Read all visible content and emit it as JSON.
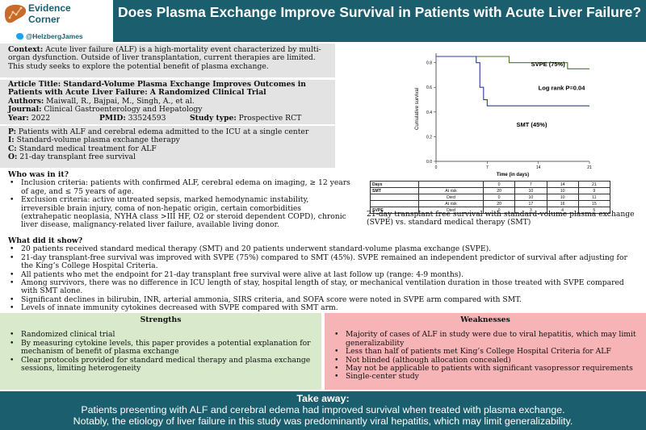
{
  "header": {
    "brand_line1": "Evidence",
    "brand_line2": "Corner",
    "handle": "@HelzbergJames",
    "title": "Does Plasma Exchange Improve Survival in Patients with Acute Liver Failure?",
    "color": "#1b5f6e"
  },
  "context": {
    "label": "Context:",
    "text": " Acute liver failure (ALF) is a high-mortality event characterized by multi-organ dysfunction. Outside of liver transplantation, current therapies are limited. This study seeks to explore the potential benefit of plasma exchange."
  },
  "article": {
    "title_label": "Article Title:",
    "title": " Standard-Volume Plasma Exchange Improves Outcomes in Patients with Acute Liver Failure: A Randomized Clinical Trial",
    "authors_label": "Authors:",
    "authors": " Maiwall, R., Bajpai, M., Singh, A., et al.",
    "journal_label": "Journal:",
    "journal": " Clinical Gastroenterology and Hepatology",
    "year_label": "Year:",
    "year": " 2022",
    "pmid_label": "PMID:",
    "pmid": " 33524593",
    "type_label": "Study type:",
    "type": " Prospective RCT"
  },
  "pico": {
    "p_label": "P:",
    "p": " Patients with ALF and cerebral edema admitted to the ICU at a single center",
    "i_label": "I:",
    "i": " Standard-volume plasma exchange therapy",
    "c_label": "C:",
    "c": " Standard medical treatment for ALF",
    "o_label": "O:",
    "o": " 21-day transplant free survival"
  },
  "who": {
    "title": "Who was in it?",
    "items": [
      "Inclusion criteria: patients with confirmed ALF, cerebral edema on imaging, ≥ 12 years of age, and ≤ 75 years of age.",
      "Exclusion criteria: active untreated sepsis, marked hemodynamic instability, irreversible brain injury, coma of non-hepatic origin, certain comorbidities (extrahepatic neoplasia, NYHA class >III HF, O2 or steroid dependent COPD), chronic liver disease, malignancy-related liver failure, available living donor."
    ]
  },
  "results": {
    "title": "What did it show?",
    "items": [
      "20 patients received standard medical therapy (SMT) and 20 patients underwent standard-volume plasma exchange (SVPE).",
      "21-day transplant-free survival was improved with SVPE (75%) compared to SMT (45%). SVPE remained an independent predictor of survival after adjusting for the King’s College Hospital Criteria.",
      "All patients who met the endpoint for 21-day transplant free survival were alive at last follow up (range: 4-9 months).",
      "Among survivors, there was no difference in ICU length of stay, hospital length of stay, or mechanical ventilation duration in those treated with SVPE compared with SMT alone.",
      "Significant declines in bilirubin, INR, arterial ammonia, SIRS criteria, and SOFA score were noted in SVPE arm compared with SMT.",
      "Levels of innate immunity cytokines decreased with SVPE compared with SMT arm."
    ]
  },
  "strengths": {
    "title": "Strengths",
    "items": [
      "Randomized clinical trial",
      "By measuring cytokine levels, this paper provides a potential explanation for mechanism of benefit of plasma exchange",
      "Clear protocols provided for standard medical therapy and plasma exchange sessions, limiting heterogeneity"
    ],
    "color": "#d8e9cc"
  },
  "weaknesses": {
    "title": "Weaknesses",
    "items": [
      "Majority of cases of ALF in study were due to viral hepatitis, which may limit generalizability",
      "Less than half of patients met King’s College Hospital Criteria for ALF",
      "Not blinded (although allocation concealed)",
      "May not be applicable to patients with significant vasopressor requirements",
      "Single-center study"
    ],
    "color": "#f6b4b7"
  },
  "takeaway": {
    "title": "Take away:",
    "line1": "Patients presenting with ALF and cerebral edema had improved survival when treated with plasma exchange.",
    "line2": "Notably, the etiology of liver failure in this study was predominantly viral hepatitis, which may limit generalizability."
  },
  "chart_data": {
    "type": "line",
    "xlabel": "Time (in days)",
    "ylabel": "Cumulative survival",
    "x_ticks": [
      0,
      7,
      14,
      21
    ],
    "y_ticks": [
      0.0,
      0.2,
      0.4,
      0.6,
      0.8
    ],
    "xlim": [
      0,
      21
    ],
    "ylim": [
      0,
      0.85
    ],
    "series": [
      {
        "name": "SVPE (75%)",
        "color": "#4a7a22",
        "steps": [
          [
            0,
            1.0
          ],
          [
            2,
            0.95
          ],
          [
            3.5,
            0.9
          ],
          [
            7,
            0.85
          ],
          [
            10,
            0.8
          ],
          [
            15,
            0.8
          ],
          [
            18,
            0.75
          ],
          [
            21,
            0.75
          ]
        ]
      },
      {
        "name": "SMT (45%)",
        "color": "#2b3d9c",
        "steps": [
          [
            0,
            1.0
          ],
          [
            4.5,
            0.95
          ],
          [
            5.5,
            0.8
          ],
          [
            6,
            0.6
          ],
          [
            6.5,
            0.5
          ],
          [
            7,
            0.45
          ],
          [
            21,
            0.45
          ]
        ]
      }
    ],
    "annotation": "Log rank P=0.04",
    "caption": "21-day transplant free survival with standard-volume plasma exchange (SVPE) vs. standard medical therapy (SMT)",
    "risk_table": {
      "header": [
        "Days",
        "",
        "0",
        "7",
        "14",
        "21"
      ],
      "rows": [
        [
          "SMT",
          "At risk",
          "20",
          "10",
          "10",
          "9"
        ],
        [
          "",
          "Died",
          "0",
          "10",
          "10",
          "11"
        ],
        [
          "",
          "At risk",
          "20",
          "17",
          "16",
          "15"
        ],
        [
          "SVPE",
          "Died",
          "0",
          "3",
          "4",
          "5"
        ]
      ]
    }
  }
}
